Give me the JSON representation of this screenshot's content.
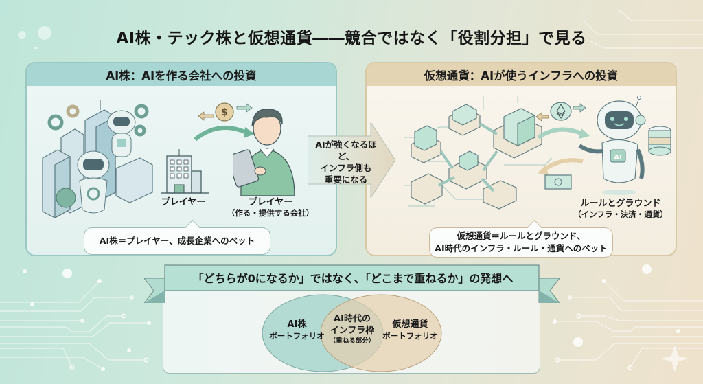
{
  "title": "AI株・テック株と仮想通貨――競合ではなく「役割分担」で見る",
  "left_panel": {
    "header": "AI株：AIを作る会社への投資",
    "labels": {
      "player": "プレイヤー",
      "player_maker": "プレイヤー",
      "player_maker_sub": "（作る・提供する会社）"
    },
    "bubble": "AI株＝プレイヤー、成長企業へのベット",
    "icons": [
      "buildings-icon",
      "robot-icon",
      "gear-icon",
      "dollar-coin-icon",
      "exchange-arrows-icon",
      "office-building-icon",
      "person-with-tablet-icon"
    ]
  },
  "center_arrow": {
    "line1": "AIが強くなるほど、",
    "line2": "インフラ側も",
    "line3": "重要になる"
  },
  "right_panel": {
    "header": "仮想通貨：AIが使うインフラへの投資",
    "labels": {
      "rules": "ルールとグラウンド",
      "rules_sub": "（インフラ・決済・通貨）",
      "robot_badge": "AI"
    },
    "bubble_line1": "仮想通貨＝ルールとグラウンド、",
    "bubble_line2": "AI時代のインフラ・ルール・通貨へのベット",
    "icons": [
      "network-blocks-icon",
      "ethereum-coin-icon",
      "robot-icon",
      "database-icon",
      "banknote-icon",
      "cycle-arrows-icon"
    ]
  },
  "bottom": {
    "ribbon": "「どちらが0になるか」ではなく、「どこまで重ねるか」の発想へ",
    "venn": {
      "left_title": "AI株",
      "left_sub": "ポートフォリオ",
      "center_line1": "AI時代の",
      "center_line2": "インフラ枠",
      "center_sub": "（重ねる部分）",
      "right_title": "仮想通貨",
      "right_sub": "ポートフォリオ"
    }
  },
  "colors": {
    "teal_accent": "#a7d6d3",
    "beige_accent": "#e3d4b3",
    "venn_left": "#9fd0c8",
    "venn_right": "#e6cfae"
  }
}
